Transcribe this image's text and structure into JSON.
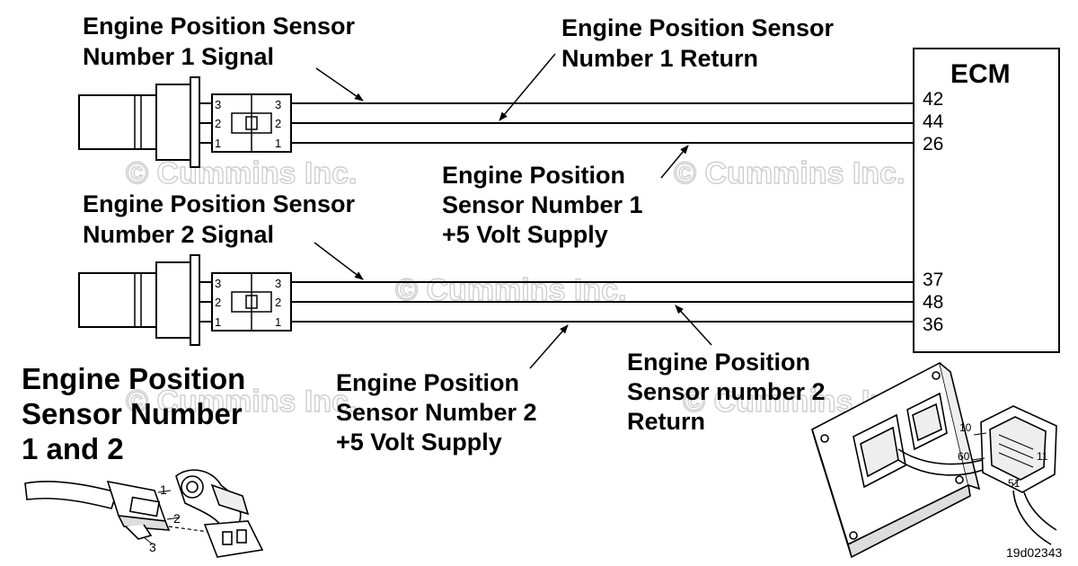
{
  "watermark": "© Cummins Inc.",
  "ecm": {
    "title": "ECM",
    "pins_sensor1": [
      "42",
      "44",
      "26"
    ],
    "pins_sensor2": [
      "37",
      "48",
      "36"
    ]
  },
  "connector_pins": [
    "3",
    "2",
    "1"
  ],
  "labels": {
    "s1_signal": [
      "Engine Position Sensor",
      "Number 1 Signal"
    ],
    "s1_return": [
      "Engine Position Sensor",
      "Number 1 Return"
    ],
    "s1_supply": [
      "Engine Position",
      "Sensor Number 1",
      "+5 Volt Supply"
    ],
    "s2_signal": [
      "Engine Position Sensor",
      "Number 2 Signal"
    ],
    "s2_supply": [
      "Engine Position",
      "Sensor Number 2",
      "+5 Volt Supply"
    ],
    "s2_return": [
      "Engine Position",
      "Sensor number 2",
      "Return"
    ],
    "component_title": [
      "Engine Position",
      "Sensor Number",
      "1 and 2"
    ]
  },
  "photo_callouts": [
    "1",
    "2",
    "3"
  ],
  "ecm_callouts": [
    "10",
    "60",
    "11",
    "51"
  ],
  "figure_id": "19d02343"
}
